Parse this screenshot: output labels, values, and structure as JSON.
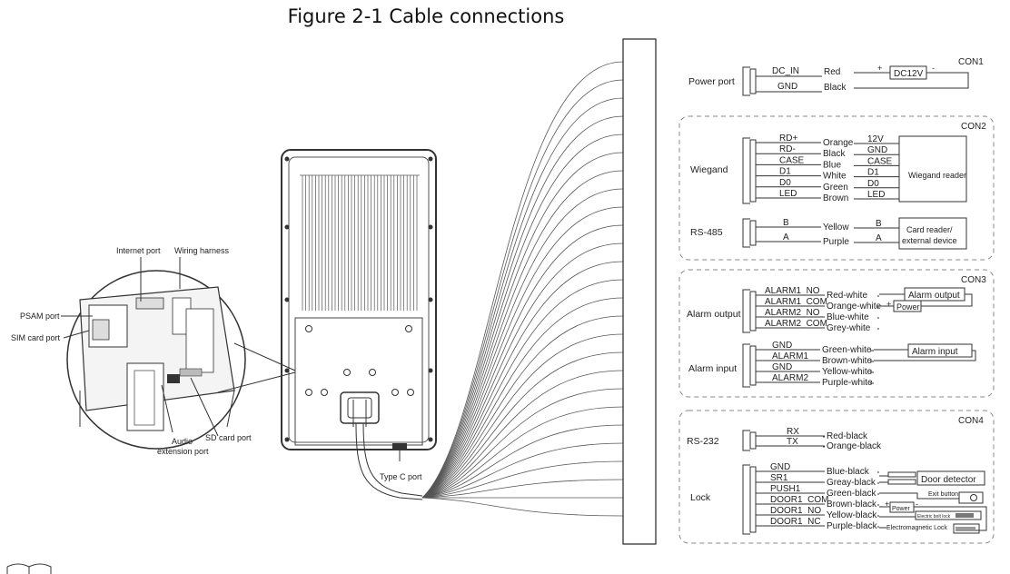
{
  "figure": {
    "title": "Figure 2-1 Cable connections"
  },
  "device_labels": {
    "internet_port": "Internet port",
    "wiring_harness": "Wiring harness",
    "psam_port": "PSAM port",
    "sim_card_port": "SIM card port",
    "audio_extension_port_1": "Audio",
    "audio_extension_port_2": "extension port",
    "sd_card_port": "SD card port",
    "type_c_port": "Type C port"
  },
  "con1": {
    "label": "CON1",
    "group": "Power port",
    "pins": [
      "DC_IN",
      "GND"
    ],
    "colors": [
      "Red",
      "Black"
    ],
    "plus": "+",
    "minus": "-",
    "device": "DC12V"
  },
  "con2": {
    "label": "CON2",
    "wiegand_group": "Wiegand",
    "wiegand_pins": [
      "RD+",
      "RD-",
      "CASE",
      "D1",
      "D0",
      "LED"
    ],
    "wiegand_colors": [
      "Orange",
      "Black",
      "Blue",
      "White",
      "Green",
      "Brown"
    ],
    "wiegand_targets": [
      "12V",
      "GND",
      "CASE",
      "D1",
      "D0",
      "LED"
    ],
    "wiegand_device": "Wiegand reader",
    "rs485_group": "RS-485",
    "rs485_pins": [
      "B",
      "A"
    ],
    "rs485_colors": [
      "Yellow",
      "Purple"
    ],
    "rs485_targets": [
      "B",
      "A"
    ],
    "rs485_device_1": "Card reader/",
    "rs485_device_2": "external device"
  },
  "con3": {
    "label": "CON3",
    "alarm_out_group": "Alarm output",
    "alarm_out_pins": [
      "ALARM1_NO",
      "ALARM1_COM",
      "ALARM2_NO",
      "ALARM2_COM"
    ],
    "alarm_out_colors": [
      "Red-white",
      "Orange-white",
      "Blue-white",
      "Grey-white"
    ],
    "alarm_out_device": "Alarm output",
    "power_label": "Power",
    "plus": "+",
    "alarm_in_group": "Alarm input",
    "alarm_in_pins": [
      "GND",
      "ALARM1",
      "GND",
      "ALARM2"
    ],
    "alarm_in_colors": [
      "Green-white",
      "Brown-white",
      "Yellow-white",
      "Purple-white"
    ],
    "alarm_in_device": "Alarm input"
  },
  "con4": {
    "label": "CON4",
    "rs232_group": "RS-232",
    "rs232_pins": [
      "RX",
      "TX"
    ],
    "rs232_colors": [
      "Red-black",
      "Orange-black"
    ],
    "lock_group": "Lock",
    "lock_pins": [
      "GND",
      "SR1",
      "PUSH1",
      "DOOR1_COM",
      "DOOR1_NO",
      "DOOR1_NC"
    ],
    "lock_colors": [
      "Blue-black",
      "Greay-black",
      "Green-black",
      "Brown-black",
      "Yellow-black",
      "Purple-black"
    ],
    "door_detector": "Door detector",
    "exit_button": "Exit button",
    "power_label": "Power",
    "plus": "+",
    "minus": "-",
    "electric_bolt_lock": "Electric bolt lock",
    "electromagnetic_lock": "Electromagnetic Lock"
  }
}
